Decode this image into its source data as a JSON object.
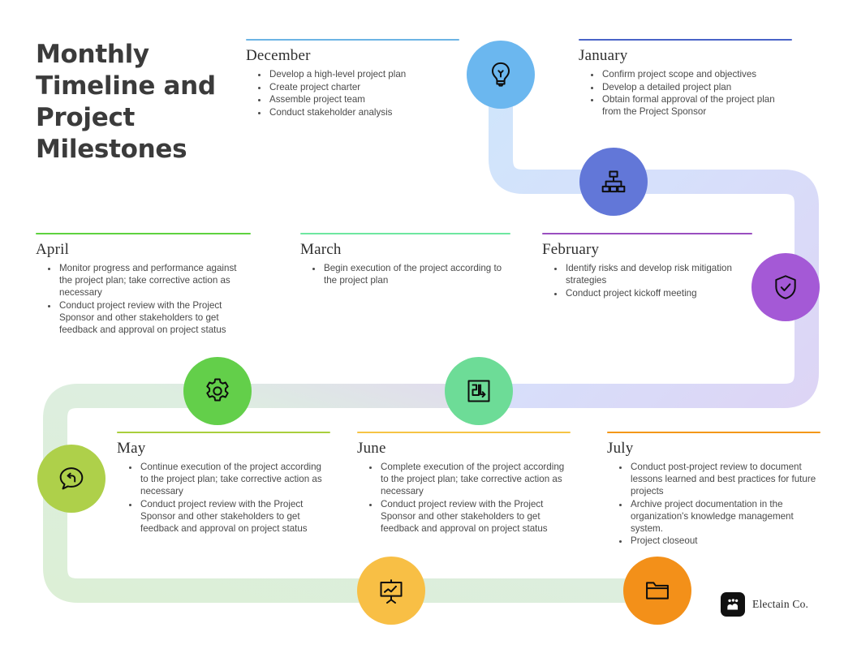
{
  "title": "Monthly Timeline and Project Milestones",
  "brand": {
    "name": "Electain Co.",
    "logo_icon": "people-logo-icon"
  },
  "colors": {
    "title_text": "#3b3b3b",
    "body_text": "#4a4a4a",
    "december_rule": "#6cb4e4",
    "january_rule": "#4a63c8",
    "february_rule": "#9a4fc0",
    "march_rule": "#6ee7a0",
    "april_rule": "#5ed23f",
    "may_rule": "#a9cf3c",
    "june_rule": "#f6c445",
    "july_rule": "#f39719",
    "december_circle": "#6bb7ef",
    "january_circle": "#6277d8",
    "february_circle": "#a459d6",
    "march_circle": "#6ddc97",
    "april_circle": "#63cf4a",
    "may_circle": "#aed martin"
  },
  "months": [
    {
      "key": "december",
      "name": "December",
      "rule_color": "#6cb4e4",
      "items": [
        "Develop a high-level project plan",
        "Create project charter",
        "Assemble project team",
        "Conduct stakeholder analysis"
      ]
    },
    {
      "key": "january",
      "name": "January",
      "rule_color": "#4a63c8",
      "items": [
        "Confirm project scope and objectives",
        "Develop a detailed project plan",
        "Obtain formal approval of the project plan from the Project Sponsor"
      ]
    },
    {
      "key": "february",
      "name": "February",
      "rule_color": "#9a4fc0",
      "items": [
        "Identify risks and develop risk mitigation strategies",
        "Conduct project kickoff meeting"
      ]
    },
    {
      "key": "march",
      "name": "March",
      "rule_color": "#6ee7a0",
      "items": [
        "Begin execution of the project according to the project plan"
      ]
    },
    {
      "key": "april",
      "name": "April",
      "rule_color": "#5ed23f",
      "items": [
        "Monitor progress and performance against the project plan; take corrective action as necessary",
        "Conduct project review with the Project Sponsor and other stakeholders to get feedback and approval on project status"
      ]
    },
    {
      "key": "may",
      "name": "May",
      "rule_color": "#a9cf3c",
      "items": [
        "Continue execution of the project according to the project plan; take corrective action as necessary",
        "Conduct project review with the Project Sponsor and other stakeholders to get feedback and approval on project status"
      ]
    },
    {
      "key": "june",
      "name": "June",
      "rule_color": "#f6c445",
      "items": [
        "Complete execution of the project according to the project plan; take corrective action as necessary",
        "Conduct project review with the Project Sponsor and other stakeholders to get feedback and approval on project status"
      ]
    },
    {
      "key": "july",
      "name": "July",
      "rule_color": "#f39719",
      "items": [
        "Conduct post-project review to document lessons learned and best practices for future projects",
        "Archive project documentation in the organization's knowledge management system.",
        "Project closeout"
      ]
    }
  ],
  "milestone_icons": [
    {
      "key": "lightbulb",
      "icon": "lightbulb-icon",
      "color": "#6bb7ef"
    },
    {
      "key": "orgchart",
      "icon": "org-chart-icon",
      "color": "#6277d8"
    },
    {
      "key": "shield",
      "icon": "shield-check-icon",
      "color": "#a459d6"
    },
    {
      "key": "workflow",
      "icon": "workflow-arrows-icon",
      "color": "#6ddc97"
    },
    {
      "key": "gear",
      "icon": "gear-icon",
      "color": "#63cf4a"
    },
    {
      "key": "reply",
      "icon": "speech-bubble-reply-icon",
      "color": "#aed04a"
    },
    {
      "key": "presentation",
      "icon": "presentation-chart-icon",
      "color": "#f8bf45"
    },
    {
      "key": "folder",
      "icon": "folder-icon",
      "color": "#f39019"
    }
  ]
}
